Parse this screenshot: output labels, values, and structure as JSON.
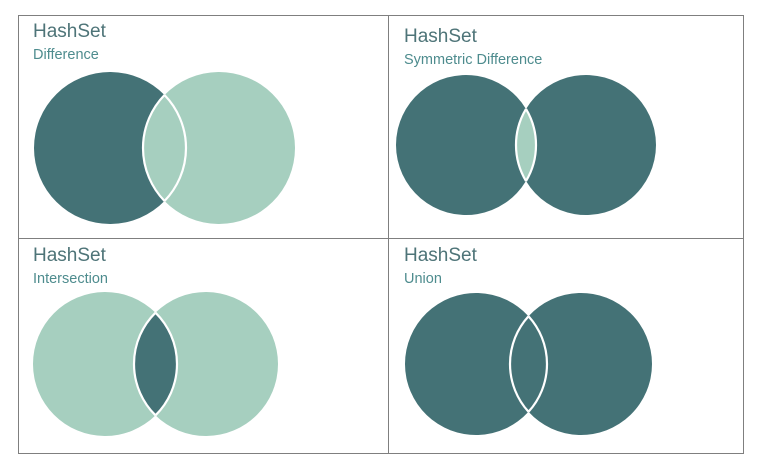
{
  "colors": {
    "dark": "#447276",
    "light": "#a6cfbf",
    "outline": "#ffffff",
    "border": "#7f7f7f",
    "title_text": "#4e7478",
    "subtitle_text": "#4e8c8e"
  },
  "panels": [
    {
      "id": "difference",
      "title": "HashSet",
      "subtitle": "Difference",
      "fills": {
        "left_only": "dark",
        "intersection": "light",
        "right_only": "light"
      }
    },
    {
      "id": "symmetric-difference",
      "title": "HashSet",
      "subtitle": "Symmetric Difference",
      "fills": {
        "left_only": "dark",
        "intersection": "light",
        "right_only": "dark"
      }
    },
    {
      "id": "intersection",
      "title": "HashSet",
      "subtitle": "Intersection",
      "fills": {
        "left_only": "light",
        "intersection": "dark",
        "right_only": "light"
      }
    },
    {
      "id": "union",
      "title": "HashSet",
      "subtitle": "Union",
      "fills": {
        "left_only": "dark",
        "intersection": "dark",
        "right_only": "dark"
      }
    }
  ]
}
